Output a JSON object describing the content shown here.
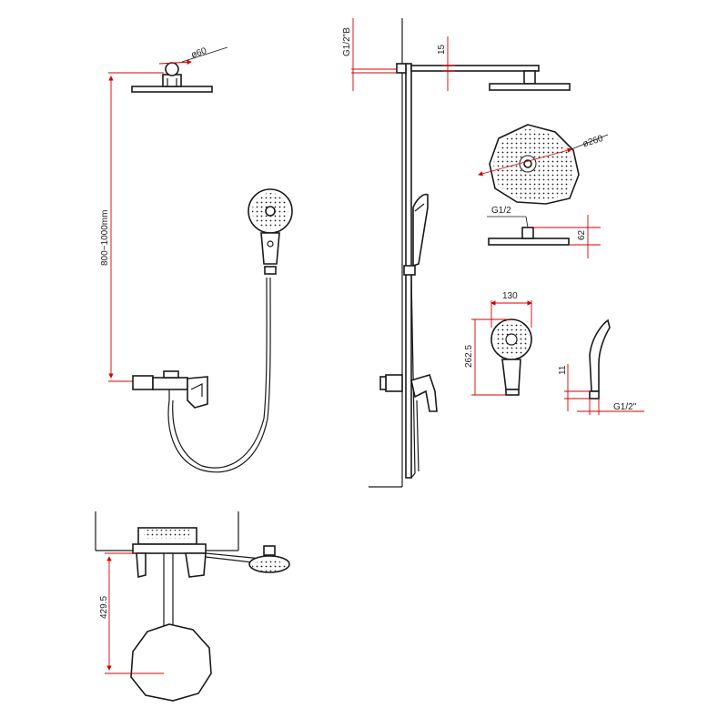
{
  "dimensions": {
    "head_diameter_small": "ø60",
    "slide_height": "800~1000mm",
    "thread_top": "G1/2\"B",
    "offset_15": "15",
    "head_diameter_large": "ø260",
    "head_thread": "G1/2",
    "head_height": "62",
    "hand_width": "130",
    "hand_length": "262.5",
    "holder_dim": "11",
    "holder_thread": "G1/2\"",
    "spout_depth": "429.5"
  },
  "colors": {
    "outline": "#1a1a1a",
    "dimension": "#d40000"
  }
}
